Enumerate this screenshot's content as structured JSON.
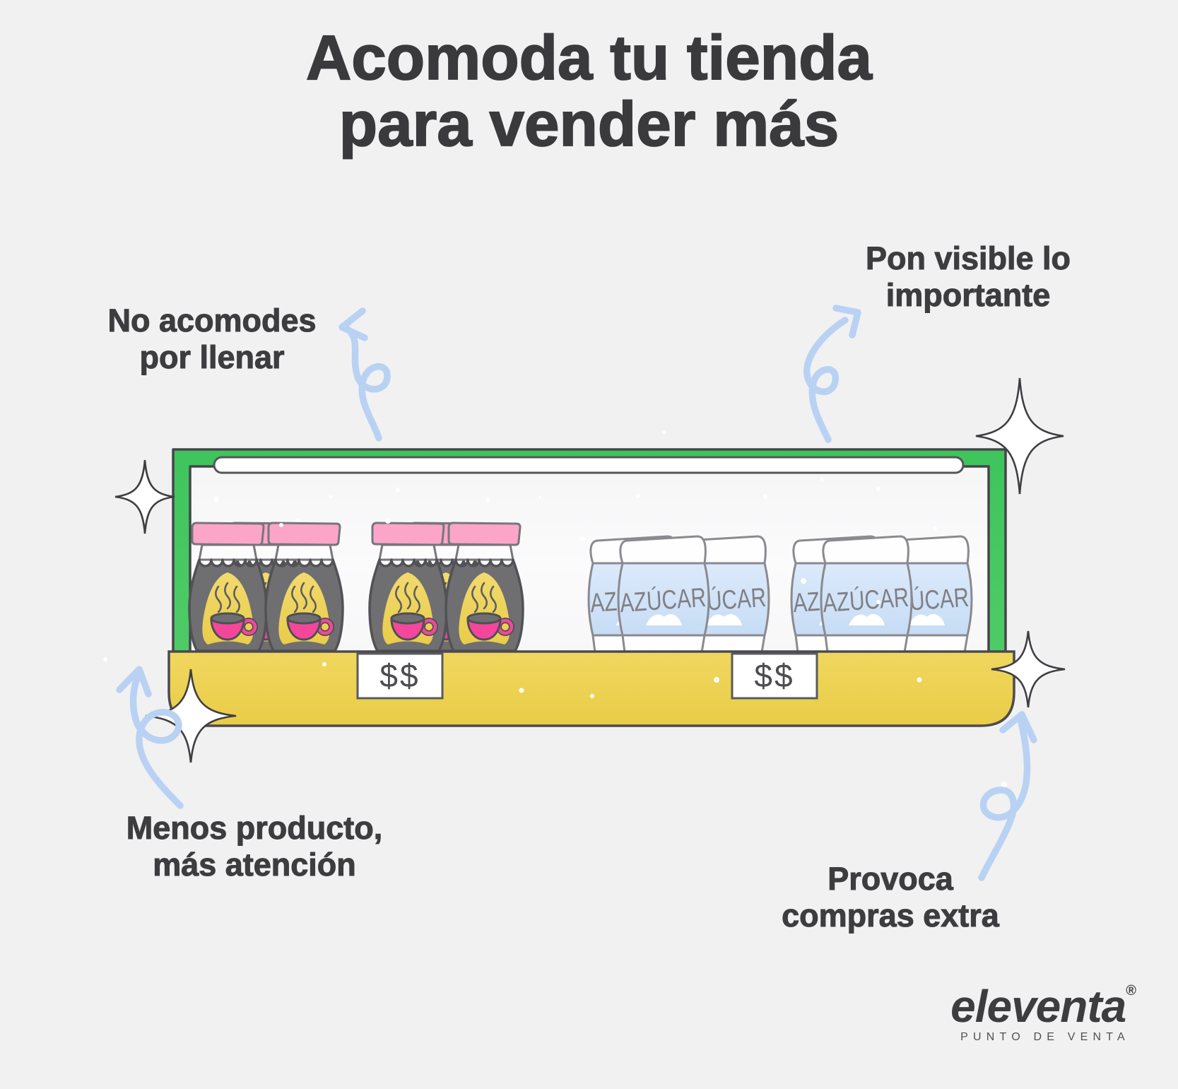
{
  "title": {
    "line1": "Acomoda tu tienda",
    "line2": "para vender más"
  },
  "annotations": {
    "top_left": {
      "line1": "No acomodes",
      "line2": "por llenar"
    },
    "top_right": {
      "line1": "Pon visible lo",
      "line2": "importante"
    },
    "bottom_left": {
      "line1": "Menos producto,",
      "line2": "más atención"
    },
    "bottom_right": {
      "line1": "Provoca",
      "line2": "compras extra"
    }
  },
  "shelf": {
    "price_tag_left": "$$",
    "price_tag_right": "$$",
    "sugar_label": "AZÚCAR",
    "coffee_jar_clusters": 2,
    "coffee_jars_per_cluster": 3,
    "sugar_bag_clusters": 2,
    "sugar_bags_per_cluster": 3
  },
  "logo": {
    "name": "eleventa",
    "registered_mark": "®",
    "tagline": "PUNTO DE VENTA"
  },
  "colors": {
    "background": "#f1f1f2",
    "text": "#3a3a3d",
    "frame_green": "#41c95f",
    "shelf_yellow": "#eed155",
    "lid_pink": "#fba6c9",
    "cup_pink": "#f4479c",
    "bag_blue": "#cfe1f6",
    "arrow_blue": "#b9d2f3",
    "outline_dark": "#4b4b4f"
  }
}
